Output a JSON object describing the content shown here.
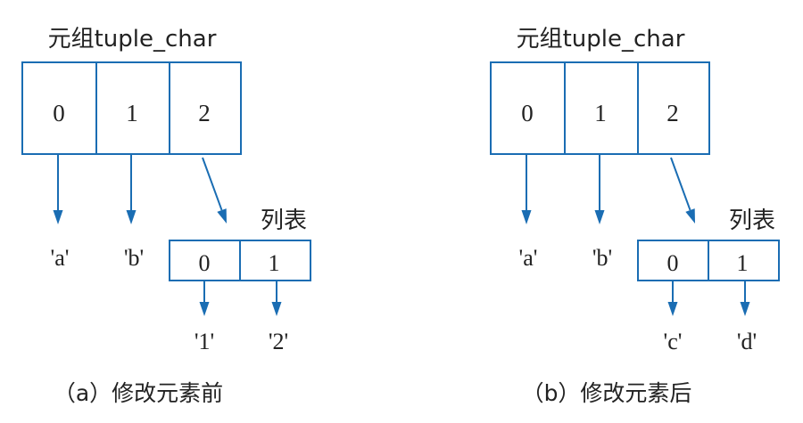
{
  "colors": {
    "line": "#1a6db3",
    "text": "#222222"
  },
  "panels": [
    {
      "tuple_label": "元组tuple_char",
      "tuple_cells": [
        "0",
        "1",
        "2"
      ],
      "tuple_values": [
        "'a'",
        "'b'"
      ],
      "list_label": "列表",
      "list_cells": [
        "0",
        "1"
      ],
      "list_values": [
        "'1'",
        "'2'"
      ],
      "caption": "（a）修改元素前"
    },
    {
      "tuple_label": "元组tuple_char",
      "tuple_cells": [
        "0",
        "1",
        "2"
      ],
      "tuple_values": [
        "'a'",
        "'b'"
      ],
      "list_label": "列表",
      "list_cells": [
        "0",
        "1"
      ],
      "list_values": [
        "'c'",
        "'d'"
      ],
      "caption": "（b）修改元素后"
    }
  ]
}
